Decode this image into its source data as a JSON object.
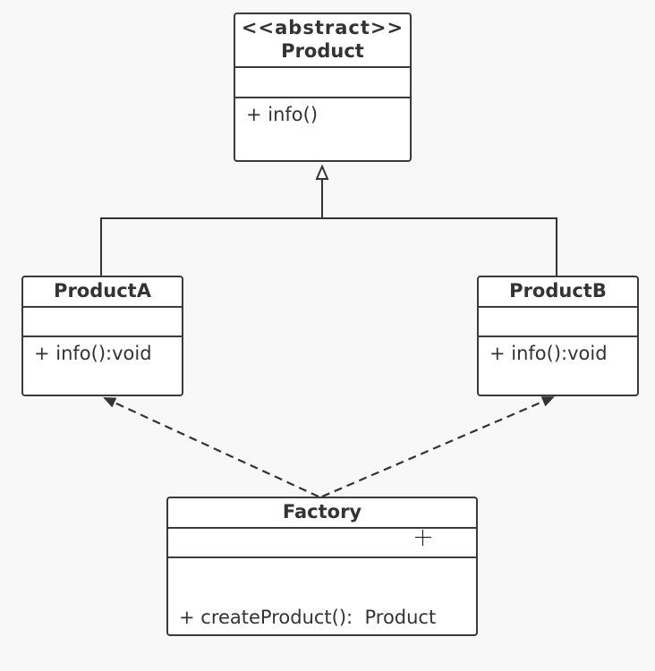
{
  "watermark": "",
  "classes": {
    "product": {
      "stereotype": "<<abstract>>",
      "name": "Product",
      "attributes": [],
      "operations": [
        "+ info()"
      ]
    },
    "productA": {
      "name": "ProductA",
      "attributes": [],
      "operations": [
        "+ info():void"
      ]
    },
    "productB": {
      "name": "ProductB",
      "attributes": [],
      "operations": [
        "+ info():void"
      ]
    },
    "factory": {
      "name": "Factory",
      "attributes": [],
      "operations": [
        "+ createProduct():  Product"
      ]
    }
  },
  "relations": [
    {
      "type": "generalization",
      "from": "ProductA",
      "to": "Product"
    },
    {
      "type": "generalization",
      "from": "ProductB",
      "to": "Product"
    },
    {
      "type": "dependency",
      "from": "Factory",
      "to": "ProductA"
    },
    {
      "type": "dependency",
      "from": "Factory",
      "to": "ProductB"
    }
  ],
  "colors": {
    "line": "#3a3a3a",
    "background": "#f8f8f8",
    "box": "#ffffff"
  }
}
